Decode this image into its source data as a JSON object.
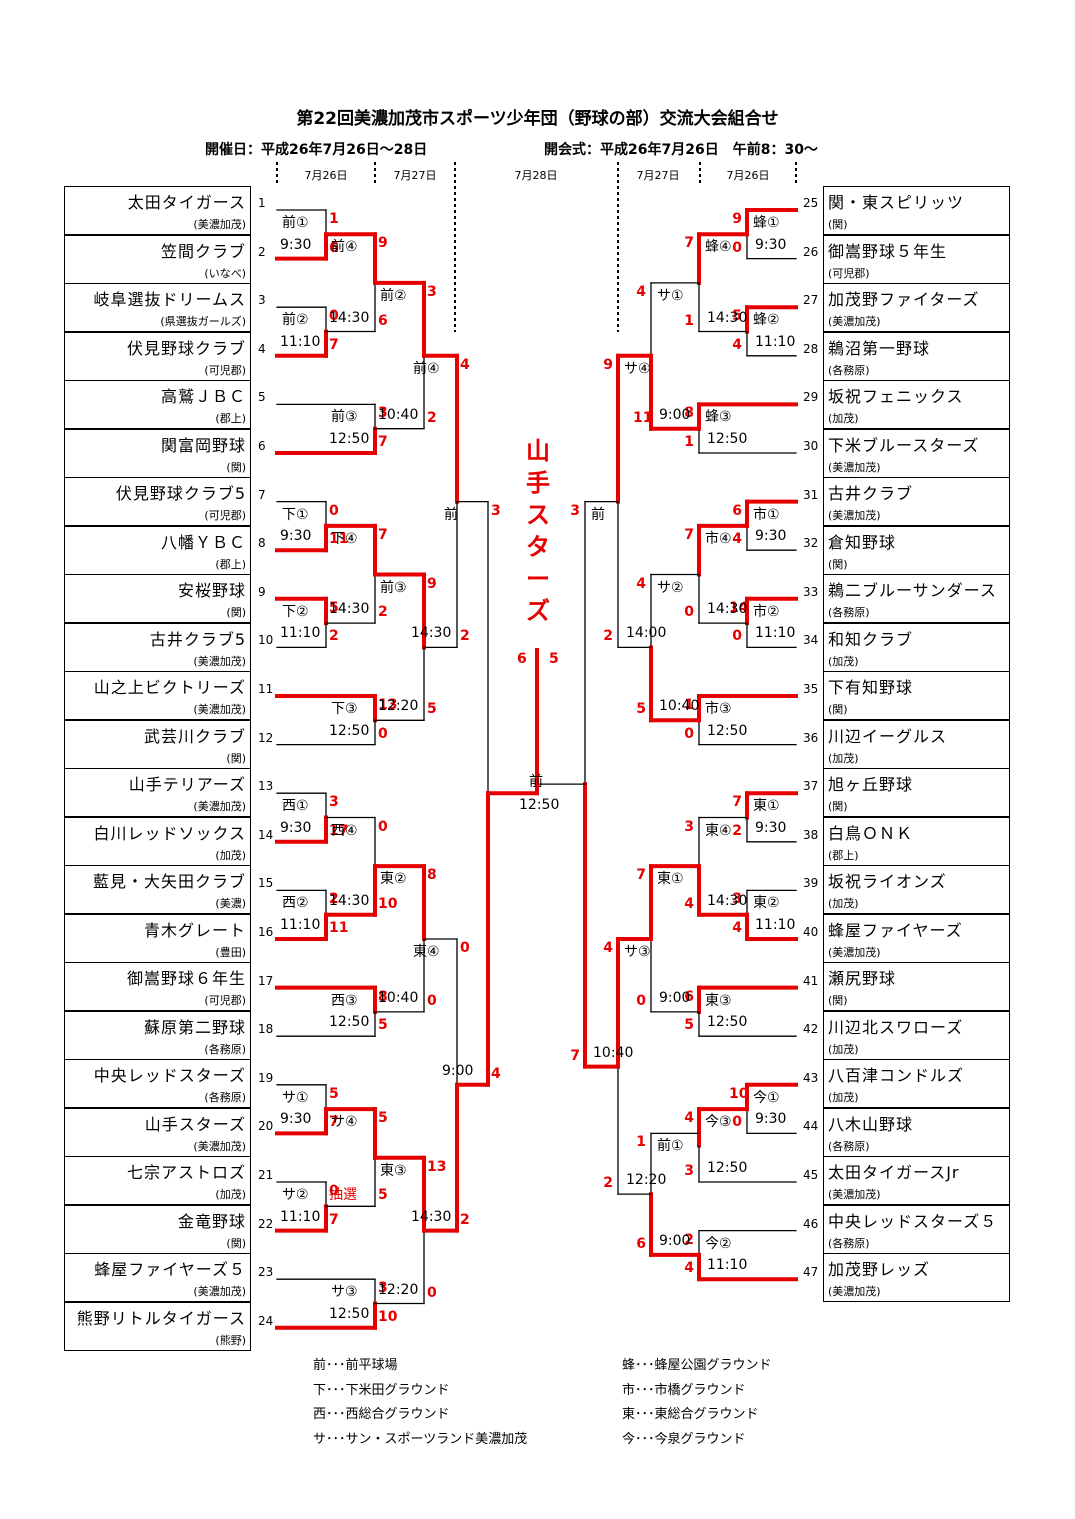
{
  "title": "第22回美濃加茂市スポーツ少年団（野球の部）交流大会組合せ",
  "dates_line": "開催日：平成26年7月26日～28日",
  "opening_line": "開会式：平成26年7月26日　午前8：30～",
  "date_headers": [
    "7月26日",
    "7月27日",
    "7月28日",
    "7月27日",
    "7月26日"
  ],
  "champion_name": "山手スターズ",
  "final_scores": [
    "6",
    "5"
  ],
  "left_teams": [
    {
      "seed": "1",
      "name": "太田タイガース",
      "region": "(美濃加茂)"
    },
    {
      "seed": "2",
      "name": "笠間クラブ",
      "region": "(いなべ)"
    },
    {
      "seed": "3",
      "name": "岐阜選抜ドリームス",
      "region": "(県選抜ガールズ)"
    },
    {
      "seed": "4",
      "name": "伏見野球クラブ",
      "region": "(可児郡)"
    },
    {
      "seed": "5",
      "name": "高鷲ＪＢＣ",
      "region": "(郡上)"
    },
    {
      "seed": "6",
      "name": "関富岡野球",
      "region": "(関)"
    },
    {
      "seed": "7",
      "name": "伏見野球クラブ5",
      "region": "(可児郡)"
    },
    {
      "seed": "8",
      "name": "八幡ＹＢＣ",
      "region": "(郡上)"
    },
    {
      "seed": "9",
      "name": "安桜野球",
      "region": "(関)"
    },
    {
      "seed": "10",
      "name": "古井クラブ5",
      "region": "(美濃加茂)"
    },
    {
      "seed": "11",
      "name": "山之上ビクトリーズ",
      "region": "(美濃加茂)"
    },
    {
      "seed": "12",
      "name": "武芸川クラブ",
      "region": "(関)"
    },
    {
      "seed": "13",
      "name": "山手テリアーズ",
      "region": "(美濃加茂)"
    },
    {
      "seed": "14",
      "name": "白川レッドソックス",
      "region": "(加茂)"
    },
    {
      "seed": "15",
      "name": "藍見・大矢田クラブ",
      "region": "(美濃)"
    },
    {
      "seed": "16",
      "name": "青木グレート",
      "region": "(豊田)"
    },
    {
      "seed": "17",
      "name": "御嵩野球６年生",
      "region": "(可児郡)"
    },
    {
      "seed": "18",
      "name": "蘇原第二野球",
      "region": "(各務原)"
    },
    {
      "seed": "19",
      "name": "中央レッドスターズ",
      "region": "(各務原)"
    },
    {
      "seed": "20",
      "name": "山手スターズ",
      "region": "(美濃加茂)"
    },
    {
      "seed": "21",
      "name": "七宗アストロズ",
      "region": "(加茂)"
    },
    {
      "seed": "22",
      "name": "金竜野球",
      "region": "(関)"
    },
    {
      "seed": "23",
      "name": "蜂屋ファイヤーズ５",
      "region": "(美濃加茂)"
    },
    {
      "seed": "24",
      "name": "熊野リトルタイガース",
      "region": "(熊野)"
    }
  ],
  "right_teams": [
    {
      "seed": "25",
      "name": "関・東スピリッツ",
      "region": "(関)"
    },
    {
      "seed": "26",
      "name": "御嵩野球５年生",
      "region": "(可児郡)"
    },
    {
      "seed": "27",
      "name": "加茂野ファイターズ",
      "region": "(美濃加茂)"
    },
    {
      "seed": "28",
      "name": "鵜沼第一野球",
      "region": "(各務原)"
    },
    {
      "seed": "29",
      "name": "坂祝フェニックス",
      "region": "(加茂)"
    },
    {
      "seed": "30",
      "name": "下米ブルースターズ",
      "region": "(美濃加茂)"
    },
    {
      "seed": "31",
      "name": "古井クラブ",
      "region": "(美濃加茂)"
    },
    {
      "seed": "32",
      "name": "倉知野球",
      "region": "(関)"
    },
    {
      "seed": "33",
      "name": "鵜二ブルーサンダース",
      "region": "(各務原)"
    },
    {
      "seed": "34",
      "name": "和知クラブ",
      "region": "(加茂)"
    },
    {
      "seed": "35",
      "name": "下有知野球",
      "region": "(関)"
    },
    {
      "seed": "36",
      "name": "川辺イーグルス",
      "region": "(加茂)"
    },
    {
      "seed": "37",
      "name": "旭ヶ丘野球",
      "region": "(関)"
    },
    {
      "seed": "38",
      "name": "白鳥ＯＮＫ",
      "region": "(郡上)"
    },
    {
      "seed": "39",
      "name": "坂祝ライオンズ",
      "region": "(加茂)"
    },
    {
      "seed": "40",
      "name": "蜂屋ファイヤーズ",
      "region": "(美濃加茂)"
    },
    {
      "seed": "41",
      "name": "瀬尻野球",
      "region": "(関)"
    },
    {
      "seed": "42",
      "name": "川辺北スワローズ",
      "region": "(加茂)"
    },
    {
      "seed": "43",
      "name": "八百津コンドルズ",
      "region": "(加茂)"
    },
    {
      "seed": "44",
      "name": "八木山野球",
      "region": "(各務原)"
    },
    {
      "seed": "45",
      "name": "太田タイガースJr",
      "region": "(美濃加茂)"
    },
    {
      "seed": "46",
      "name": "中央レッドスターズ５",
      "region": "(各務原)"
    },
    {
      "seed": "47",
      "name": "加茂野レッズ",
      "region": "(美濃加茂)"
    }
  ],
  "games": [
    {
      "label": "前①",
      "time": "9:30",
      "scores": [
        "1",
        "6"
      ]
    },
    {
      "label": "前②",
      "time": "11:10",
      "scores": [
        "0",
        "7"
      ]
    },
    {
      "label": "前④",
      "time": "14:30",
      "scores": [
        "9",
        "6"
      ]
    },
    {
      "label": "前③",
      "time": "12:50",
      "scores": [
        "3",
        "7"
      ]
    },
    {
      "label": "前②",
      "time": "10:40",
      "scores": [
        "3",
        "2"
      ]
    },
    {
      "label": "下①",
      "time": "9:30",
      "scores": [
        "0",
        "11"
      ]
    },
    {
      "label": "下②",
      "time": "11:10",
      "scores": [
        "5",
        "2"
      ]
    },
    {
      "label": "下④",
      "time": "14:30",
      "scores": [
        "7",
        "2"
      ]
    },
    {
      "label": "下③",
      "time": "12:50",
      "scores": [
        "13",
        "0"
      ]
    },
    {
      "label": "前③",
      "time": "12:20",
      "scores": [
        "9",
        "5"
      ]
    },
    {
      "label": "前④",
      "time": "14:30",
      "scores": [
        "4",
        "2"
      ]
    },
    {
      "label": "西①",
      "time": "9:30",
      "scores": [
        "3",
        "17"
      ]
    },
    {
      "label": "西②",
      "time": "11:10",
      "scores": [
        "2",
        "11"
      ]
    },
    {
      "label": "西④",
      "time": "14:30",
      "scores": [
        "0",
        "10"
      ]
    },
    {
      "label": "西③",
      "time": "12:50",
      "scores": [
        "8",
        "5"
      ]
    },
    {
      "label": "東②",
      "time": "10:40",
      "scores": [
        "8",
        "0"
      ]
    },
    {
      "label": "サ①",
      "time": "9:30",
      "scores": [
        "5",
        "7"
      ]
    },
    {
      "label": "サ②",
      "time": "11:10",
      "scores": [
        "0",
        "7"
      ]
    },
    {
      "label": "サ④",
      "time": "抽選",
      "scores": [
        "5",
        "5"
      ]
    },
    {
      "label": "サ③",
      "time": "12:50",
      "scores": [
        "3",
        "10"
      ]
    },
    {
      "label": "東③",
      "time": "12:20",
      "scores": [
        "13",
        "0"
      ]
    },
    {
      "label": "東④",
      "time": "14:30",
      "scores": [
        "0",
        "2"
      ]
    },
    {
      "label": "前",
      "time": "9:00",
      "scores": [
        "3",
        "4"
      ]
    },
    {
      "label": "蜂①",
      "time": "9:30",
      "scores": [
        "9",
        "0"
      ]
    },
    {
      "label": "蜂②",
      "time": "11:10",
      "scores": [
        "5",
        "4"
      ]
    },
    {
      "label": "蜂④",
      "time": "14:30",
      "scores": [
        "7",
        "1"
      ]
    },
    {
      "label": "蜂③",
      "time": "12:50",
      "scores": [
        "8",
        "1"
      ]
    },
    {
      "label": "サ①",
      "time": "9:00",
      "scores": [
        "4",
        "11"
      ]
    },
    {
      "label": "市①",
      "time": "9:30",
      "scores": [
        "6",
        "4"
      ]
    },
    {
      "label": "市②",
      "time": "11:10",
      "scores": [
        "14",
        "0"
      ]
    },
    {
      "label": "市④",
      "time": "14:30",
      "scores": [
        "7",
        "0"
      ]
    },
    {
      "label": "市③",
      "time": "12:50",
      "scores": [
        "1",
        "0"
      ]
    },
    {
      "label": "サ②",
      "time": "10:40",
      "scores": [
        "4",
        "5"
      ]
    },
    {
      "label": "サ④",
      "time": "14:00",
      "scores": [
        "9",
        "2"
      ]
    },
    {
      "label": "東①",
      "time": "9:30",
      "scores": [
        "7",
        "2"
      ]
    },
    {
      "label": "東②",
      "time": "11:10",
      "scores": [
        "3",
        "4"
      ]
    },
    {
      "label": "東④",
      "time": "14:30",
      "scores": [
        "3",
        "4"
      ]
    },
    {
      "label": "東③",
      "time": "12:50",
      "scores": [
        "6",
        "5"
      ]
    },
    {
      "label": "東①",
      "time": "9:00",
      "scores": [
        "7",
        "0"
      ]
    },
    {
      "label": "今①",
      "time": "9:30",
      "scores": [
        "10",
        "0"
      ]
    },
    {
      "label": "今③",
      "time": "12:50",
      "scores": [
        "4",
        "3"
      ]
    },
    {
      "label": "今②",
      "time": "11:10",
      "scores": [
        "2",
        "4"
      ]
    },
    {
      "label": "前①",
      "time": "9:00",
      "scores": [
        "1",
        "6"
      ]
    },
    {
      "label": "サ③",
      "time": "12:20",
      "scores": [
        "4",
        "2"
      ]
    },
    {
      "label": "前",
      "time": "10:40",
      "scores": [
        "3",
        "7"
      ]
    },
    {
      "label": "前",
      "time": "12:50",
      "scores": []
    }
  ],
  "legend_left": [
    "前･･･前平球場",
    "下･･･下米田グラウンド",
    "西･･･西総合グラウンド",
    "サ･･･サン・スポーツランド美濃加茂"
  ],
  "legend_right": [
    "蜂･･･蜂屋公園グラウンド",
    "市･･･市橋グラウンド",
    "東･･･東総合グラウンド",
    "今･･･今泉グラウンド"
  ],
  "colors": {
    "winner_line": "#e60000",
    "line": "#000000"
  }
}
